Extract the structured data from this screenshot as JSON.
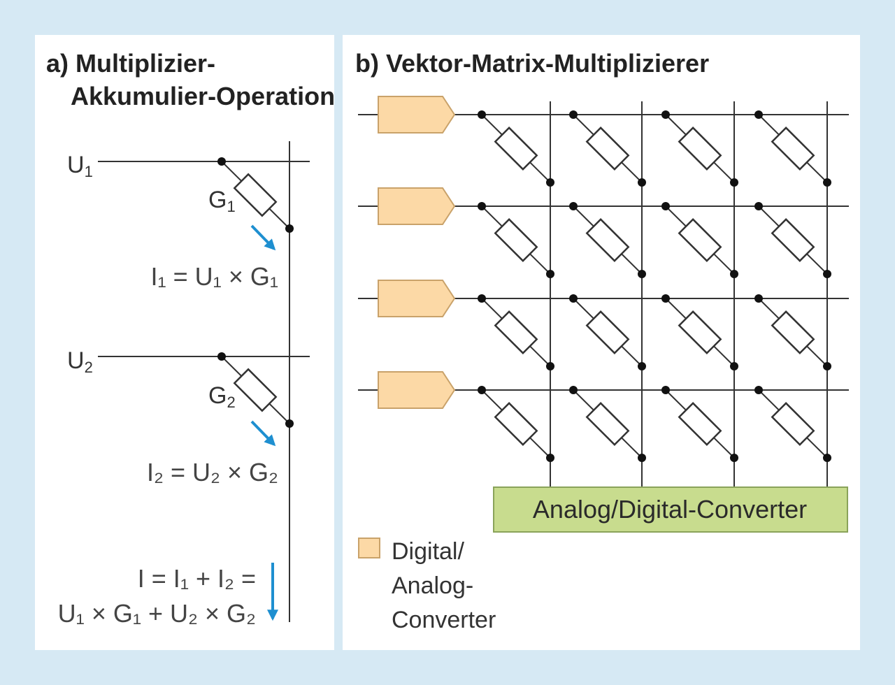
{
  "panel_a": {
    "title_line1": "a) Multiplizier-",
    "title_line2": "Akkumulier-Operation",
    "u1": "U",
    "u1_sub": "1",
    "u2": "U",
    "u2_sub": "2",
    "g1": "G",
    "g1_sub": "1",
    "g2": "G",
    "g2_sub": "2",
    "eq1": "I₁ = U₁ × G₁",
    "eq2": "I₂ = U₂ × G₂",
    "sum_line1": "I = I₁ + I₂ =",
    "sum_line2": "U₁ × G₁ + U₂ × G₂"
  },
  "panel_b": {
    "title": "b) Vektor-Matrix-Multiplizierer",
    "adc_label": "Analog/Digital-Converter",
    "legend_line1": "Digital/",
    "legend_line2": "Analog-",
    "legend_line3": "Converter"
  },
  "colors": {
    "dac_fill": "#fcd9a6",
    "adc_fill": "#c8dc8e",
    "arrow": "#1e8fd0",
    "line": "#333333",
    "background": "#d6e9f4"
  }
}
